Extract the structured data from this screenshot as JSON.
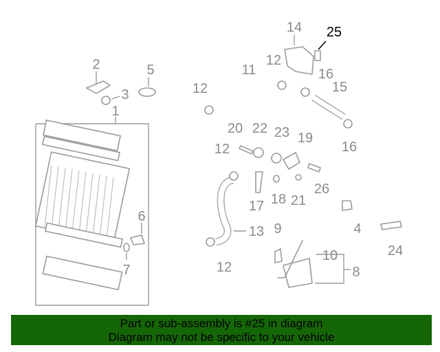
{
  "diagram": {
    "highlight_color": "#1f7a1f",
    "labels": {
      "l1": "1",
      "l2": "2",
      "l3": "3",
      "l4": "4",
      "l5": "5",
      "l6": "6",
      "l7": "7",
      "l8": "8",
      "l9": "9",
      "l10": "10",
      "l11": "11",
      "l12a": "12",
      "l12b": "12",
      "l12c": "12",
      "l12d": "12",
      "l13": "13",
      "l14": "14",
      "l15": "15",
      "l16a": "16",
      "l16b": "16",
      "l17": "17",
      "l18": "18",
      "l19": "19",
      "l20": "20",
      "l21": "21",
      "l22": "22",
      "l23": "23",
      "l24": "24",
      "l25": "25",
      "l26": "26"
    }
  },
  "banner": {
    "line1": "Part or sub-assembly is #25 in diagram",
    "line2": "Diagram may not be specific to your vehicle"
  }
}
